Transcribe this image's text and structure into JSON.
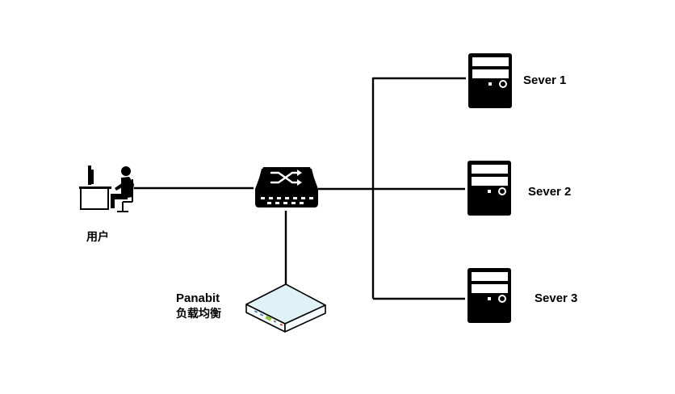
{
  "nodes": {
    "user": {
      "label": "用户"
    },
    "switch": {
      "label": ""
    },
    "load_balancer": {
      "name": "Panabit",
      "subtitle": "负载均衡"
    },
    "servers": [
      {
        "label": "Sever 1"
      },
      {
        "label": "Sever 2"
      },
      {
        "label": "Sever 3"
      }
    ]
  },
  "edges": [
    {
      "from": "user",
      "to": "switch"
    },
    {
      "from": "switch",
      "to": "load_balancer"
    },
    {
      "from": "switch",
      "to": "servers.0"
    },
    {
      "from": "switch",
      "to": "servers.1"
    },
    {
      "from": "switch",
      "to": "servers.2"
    }
  ],
  "colors": {
    "line": "#000000",
    "device_fill": "#000000",
    "lb_top": "#dff2f5",
    "lb_side": "#f7fcfd",
    "lb_port_green": "#8dc63f",
    "lb_port_red": "#e8452c"
  }
}
